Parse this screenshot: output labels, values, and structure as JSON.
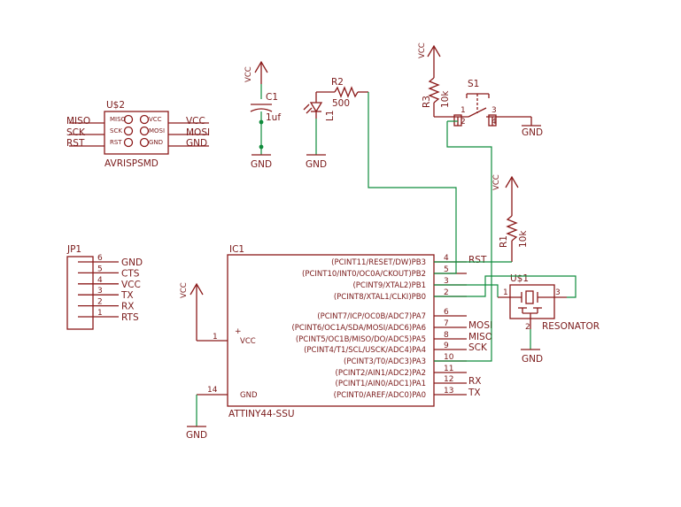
{
  "colors": {
    "symbol": "#8b1a1a",
    "wire": "#0f8c3c",
    "background": "#ffffff"
  },
  "power": {
    "vcc": "VCC",
    "gnd": "GND"
  },
  "c1": {
    "name": "C1",
    "value": "1uf"
  },
  "r2": {
    "name": "R2",
    "value": "500"
  },
  "l1": {
    "name": "L1"
  },
  "r3": {
    "name": "R3",
    "value": "10k"
  },
  "s1": {
    "name": "S1",
    "pins": [
      "1",
      "2",
      "3",
      "4"
    ]
  },
  "r1": {
    "name": "R1",
    "value": "10k"
  },
  "u2": {
    "name": "U$2",
    "part": "AVRISPSMD",
    "left_nets": [
      "MISO",
      "SCK",
      "RST"
    ],
    "right_nets": [
      "VCC",
      "MOSI",
      "GND"
    ],
    "left_pins": [
      "MISO",
      "SCK",
      "RST"
    ],
    "right_pins": [
      "VCC",
      "MOSI",
      "GND"
    ]
  },
  "jp1": {
    "name": "JP1",
    "pins": [
      "6",
      "5",
      "4",
      "3",
      "2",
      "1"
    ],
    "nets": [
      "GND",
      "CTS",
      "VCC",
      "TX",
      "RX",
      "RTS"
    ]
  },
  "ic1": {
    "name": "IC1",
    "part": "ATTINY44-SSU",
    "left_pins": [
      {
        "num": "1",
        "label": "VCC"
      },
      {
        "num": "14",
        "label": "GND"
      }
    ],
    "right_pins": [
      {
        "num": "4",
        "label": "(PCINT11/RESET/DW)PB3",
        "net": "RST"
      },
      {
        "num": "5",
        "label": "(PCINT10/INT0/OC0A/CKOUT)PB2",
        "net": ""
      },
      {
        "num": "3",
        "label": "(PCINT9/XTAL2)PB1",
        "net": ""
      },
      {
        "num": "2",
        "label": "(PCINT8/XTAL1/CLKI)PB0",
        "net": ""
      },
      {
        "num": "6",
        "label": "(PCINT7/ICP/OC0B/ADC7)PA7",
        "net": ""
      },
      {
        "num": "7",
        "label": "(PCINT6/OC1A/SDA/MOSI/ADC6)PA6",
        "net": "MOSI"
      },
      {
        "num": "8",
        "label": "(PCINT5/OC1B/MISO/DO/ADC5)PA5",
        "net": "MISO"
      },
      {
        "num": "9",
        "label": "(PCINT4/T1/SCL/USCK/ADC4)PA4",
        "net": "SCK"
      },
      {
        "num": "10",
        "label": "(PCINT3/T0/ADC3)PA3",
        "net": ""
      },
      {
        "num": "11",
        "label": "(PCINT2/AIN1/ADC2)PA2",
        "net": ""
      },
      {
        "num": "12",
        "label": "(PCINT1/AIN0/ADC1)PA1",
        "net": "RX"
      },
      {
        "num": "13",
        "label": "(PCINT0/AREF/ADC0)PA0",
        "net": "TX"
      }
    ]
  },
  "u1": {
    "name": "U$1",
    "part": "RESONATOR",
    "pins": [
      "1",
      "2",
      "3"
    ]
  }
}
